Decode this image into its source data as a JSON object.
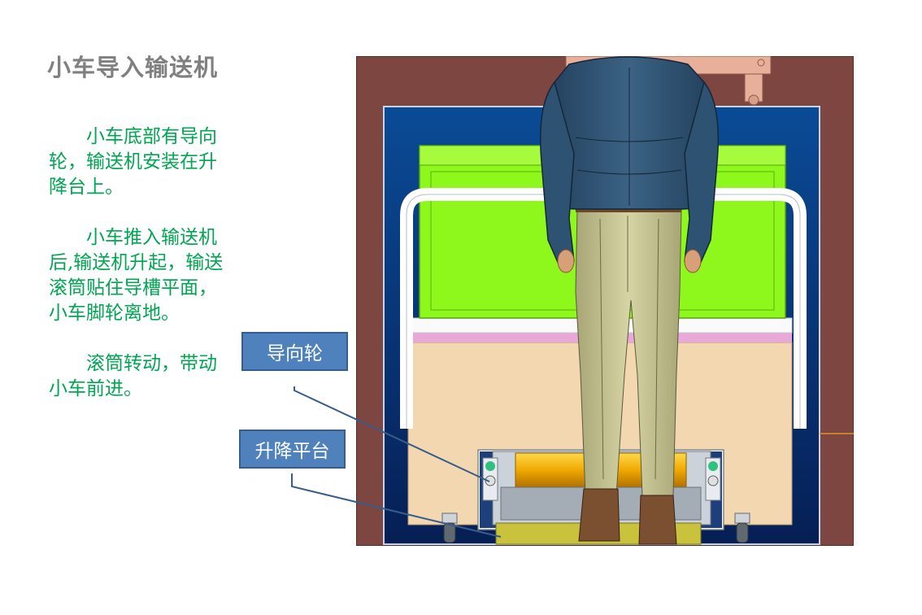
{
  "title": "小车导入输送机",
  "description": [
    "小车底部有导向轮，输送机安装在升降台上。",
    "小车推入输送机后,输送机升起，输送滚筒贴住导槽平面，小车脚轮离地。",
    "滚筒转动，带动小车前进。"
  ],
  "callouts": {
    "guide_wheel": "导向轮",
    "lift_platform": "升降平台"
  },
  "colors": {
    "title": "#808080",
    "text": "#00a651",
    "callout_fill": "#4f81bd",
    "callout_border": "#385d8a"
  }
}
